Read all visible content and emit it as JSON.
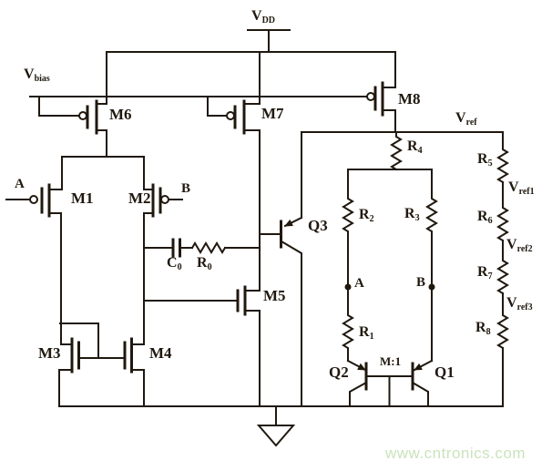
{
  "colors": {
    "ink": "#20180e",
    "background": "#ffffff",
    "watermark": "#c9e4bb"
  },
  "labels": {
    "vdd": {
      "base": "V",
      "sub": "DD"
    },
    "vbias": {
      "base": "V",
      "sub": "bias"
    },
    "vref": {
      "base": "V",
      "sub": "ref"
    },
    "vref1": {
      "base": "V",
      "sub": "ref1"
    },
    "vref2": {
      "base": "V",
      "sub": "ref2"
    },
    "vref3": {
      "base": "V",
      "sub": "ref3"
    },
    "m1": "M1",
    "m2": "M2",
    "m3": "M3",
    "m4": "M4",
    "m5": "M5",
    "m6": "M6",
    "m7": "M7",
    "m8": "M8",
    "q1": "Q1",
    "q2": "Q2",
    "q3": "Q3",
    "c0": {
      "base": "C",
      "sub": "0"
    },
    "r0": {
      "base": "R",
      "sub": "0"
    },
    "r1": {
      "base": "R",
      "sub": "1"
    },
    "r2": {
      "base": "R",
      "sub": "2"
    },
    "r3": {
      "base": "R",
      "sub": "3"
    },
    "r4": {
      "base": "R",
      "sub": "4"
    },
    "r5": {
      "base": "R",
      "sub": "5"
    },
    "r6": {
      "base": "R",
      "sub": "6"
    },
    "r7": {
      "base": "R",
      "sub": "7"
    },
    "r8": {
      "base": "R",
      "sub": "8"
    },
    "input_a": "A",
    "input_b": "B",
    "node_a": "A",
    "node_b": "B",
    "emitter_ratio": "M:1"
  },
  "watermark": {
    "text": "www.cntronics.com"
  }
}
